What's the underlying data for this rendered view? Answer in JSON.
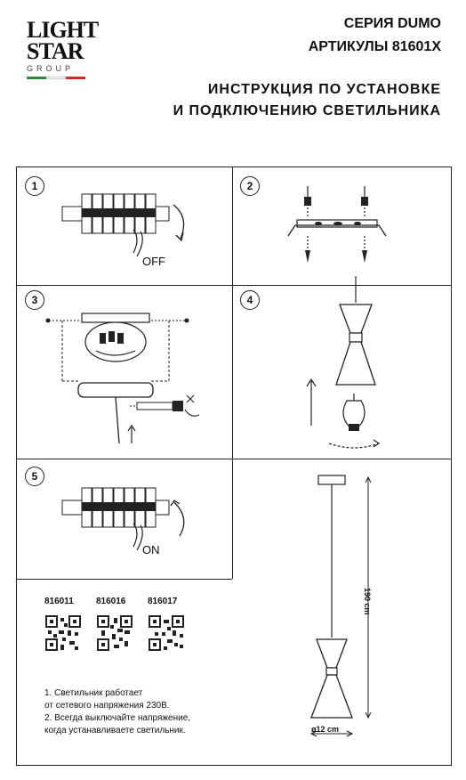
{
  "logo": {
    "line1": "LIGHT",
    "line2": "STAR",
    "line3": "GROUP",
    "flag": [
      "#2a8a3c",
      "#ffffff",
      "#d22b2b"
    ]
  },
  "header": {
    "series": "СЕРИЯ DUMO",
    "articles": "АРТИКУЛЫ 81601X",
    "title_line1": "ИНСТРУКЦИЯ ПО УСТАНОВКЕ",
    "title_line2": "И ПОДКЛЮЧЕНИЮ СВЕТИЛЬНИКА"
  },
  "steps": [
    {
      "number": "1",
      "label": "OFF"
    },
    {
      "number": "2"
    },
    {
      "number": "3"
    },
    {
      "number": "4"
    },
    {
      "number": "5",
      "label": "ON"
    }
  ],
  "codes": [
    "816011",
    "816016",
    "816017"
  ],
  "notes": [
    "1. Светильник работает",
    "от сетевого напряжения 230В.",
    "2. Всегда выключайте напряжение,",
    "когда устанавливаете светильник."
  ],
  "dimensions": {
    "height": "190 cm",
    "diameter": "ø12 cm"
  }
}
